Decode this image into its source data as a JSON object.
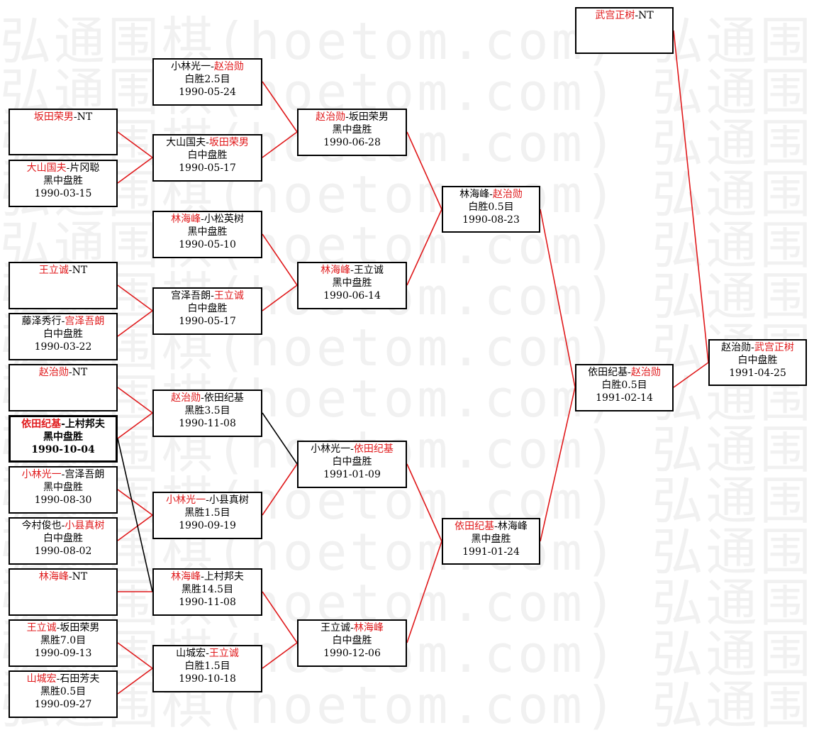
{
  "watermark": "弘通围棋(hoetom.com) 弘通围棋(hoetom.com)",
  "colors": {
    "winner": "#e0191b",
    "connector_winner": "#e0191b",
    "connector_loser": "#000000"
  },
  "boxes": [
    {
      "id": "r1-1",
      "p1": "坂田荣男",
      "sep": "-",
      "p2": "NT",
      "winner": 1,
      "result": "",
      "date": ""
    },
    {
      "id": "r1-2",
      "p1": "大山国夫",
      "sep": "-",
      "p2": "片冈聪",
      "winner": 1,
      "result": "黑中盘胜",
      "date": "1990-03-15"
    },
    {
      "id": "r1-3",
      "p1": "王立诚",
      "sep": "-",
      "p2": "NT",
      "winner": 1,
      "result": "",
      "date": ""
    },
    {
      "id": "r1-4",
      "p1": "藤泽秀行",
      "sep": "-",
      "p2": "宫泽吾朗",
      "winner": 2,
      "result": "白中盘胜",
      "date": "1990-03-22"
    },
    {
      "id": "r1-5",
      "p1": "赵治勋",
      "sep": "-",
      "p2": "NT",
      "winner": 1,
      "result": "",
      "date": ""
    },
    {
      "id": "r1-6",
      "p1": "依田纪基",
      "sep": "-",
      "p2": "上村邦夫",
      "winner": 1,
      "result": "黑中盘胜",
      "date": "1990-10-04",
      "bold": true
    },
    {
      "id": "r1-7",
      "p1": "小林光一",
      "sep": "-",
      "p2": "宫泽吾朗",
      "winner": 1,
      "result": "黑中盘胜",
      "date": "1990-08-30"
    },
    {
      "id": "r1-8",
      "p1": "今村俊也",
      "sep": "-",
      "p2": "小县真树",
      "winner": 2,
      "result": "白中盘胜",
      "date": "1990-08-02"
    },
    {
      "id": "r1-9",
      "p1": "林海峰",
      "sep": "-",
      "p2": "NT",
      "winner": 1,
      "result": "",
      "date": ""
    },
    {
      "id": "r1-10",
      "p1": "王立诚",
      "sep": "-",
      "p2": "坂田荣男",
      "winner": 1,
      "result": "黑胜7.0目",
      "date": "1990-09-13"
    },
    {
      "id": "r1-11",
      "p1": "山城宏",
      "sep": "-",
      "p2": "石田芳夫",
      "winner": 1,
      "result": "黑胜0.5目",
      "date": "1990-09-27"
    },
    {
      "id": "r2-1",
      "p1": "小林光一",
      "sep": "-",
      "p2": "赵治勋",
      "winner": 2,
      "result": "白胜2.5目",
      "date": "1990-05-24"
    },
    {
      "id": "r2-2",
      "p1": "大山国夫",
      "sep": "-",
      "p2": "坂田荣男",
      "winner": 2,
      "result": "白中盘胜",
      "date": "1990-05-17"
    },
    {
      "id": "r2-3",
      "p1": "林海峰",
      "sep": "-",
      "p2": "小松英树",
      "winner": 1,
      "result": "黑中盘胜",
      "date": "1990-05-10"
    },
    {
      "id": "r2-4",
      "p1": "宫泽吾朗",
      "sep": "-",
      "p2": "王立诚",
      "winner": 2,
      "result": "白中盘胜",
      "date": "1990-05-17"
    },
    {
      "id": "r2-5",
      "p1": "赵治勋",
      "sep": "-",
      "p2": "依田纪基",
      "winner": 1,
      "result": "黑胜3.5目",
      "date": "1990-11-08"
    },
    {
      "id": "r2-6",
      "p1": "小林光一",
      "sep": "-",
      "p2": "小县真树",
      "winner": 1,
      "result": "黑胜1.5目",
      "date": "1990-09-19"
    },
    {
      "id": "r2-7",
      "p1": "林海峰",
      "sep": "-",
      "p2": "上村邦夫",
      "winner": 1,
      "result": "黑胜14.5目",
      "date": "1990-11-08"
    },
    {
      "id": "r2-8",
      "p1": "山城宏",
      "sep": "-",
      "p2": "王立诚",
      "winner": 2,
      "result": "白胜1.5目",
      "date": "1990-10-18"
    },
    {
      "id": "r3-1",
      "p1": "赵治勋",
      "sep": "-",
      "p2": "坂田荣男",
      "winner": 1,
      "result": "黑中盘胜",
      "date": "1990-06-28"
    },
    {
      "id": "r3-2",
      "p1": "林海峰",
      "sep": "-",
      "p2": "王立诚",
      "winner": 1,
      "result": "黑中盘胜",
      "date": "1990-06-14"
    },
    {
      "id": "r3-3",
      "p1": "小林光一",
      "sep": "-",
      "p2": "依田纪基",
      "winner": 2,
      "result": "白中盘胜",
      "date": "1991-01-09"
    },
    {
      "id": "r3-4",
      "p1": "王立诚",
      "sep": "-",
      "p2": "林海峰",
      "winner": 2,
      "result": "白中盘胜",
      "date": "1990-12-06"
    },
    {
      "id": "r4-1",
      "p1": "林海峰",
      "sep": "-",
      "p2": "赵治勋",
      "winner": 2,
      "result": "白胜0.5目",
      "date": "1990-08-23"
    },
    {
      "id": "r4-2",
      "p1": "依田纪基",
      "sep": "-",
      "p2": "林海峰",
      "winner": 1,
      "result": "黑中盘胜",
      "date": "1991-01-24"
    },
    {
      "id": "r5-1",
      "p1": "依田纪基",
      "sep": "-",
      "p2": "赵治勋",
      "winner": 2,
      "result": "白胜0.5目",
      "date": "1991-02-14"
    },
    {
      "id": "final-top",
      "p1": "武宫正树",
      "sep": "-",
      "p2": "NT",
      "winner": 1,
      "result": "",
      "date": ""
    },
    {
      "id": "final",
      "p1": "赵治勋",
      "sep": "-",
      "p2": "武宫正树",
      "winner": 2,
      "result": "白中盘胜",
      "date": "1991-04-25"
    }
  ]
}
